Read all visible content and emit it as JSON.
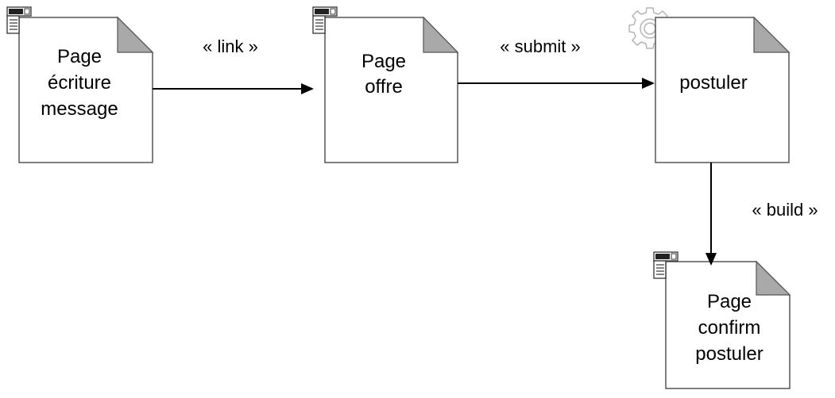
{
  "nodes": {
    "ecriture": {
      "lines": [
        "Page",
        "écriture",
        "message"
      ],
      "icon": "web-page-icon"
    },
    "offre": {
      "lines": [
        "Page",
        "offre"
      ],
      "icon": "web-page-icon"
    },
    "postuler": {
      "lines": [
        "postuler"
      ],
      "icon": "gear-icon"
    },
    "confirm": {
      "lines": [
        "Page",
        "confirm",
        "postuler"
      ],
      "icon": "web-page-icon"
    }
  },
  "edges": {
    "link": {
      "label": "« link »",
      "from": "ecriture",
      "to": "offre"
    },
    "submit": {
      "label": "« submit »",
      "from": "offre",
      "to": "postuler"
    },
    "build": {
      "label": "« build »",
      "from": "postuler",
      "to": "confirm"
    }
  }
}
